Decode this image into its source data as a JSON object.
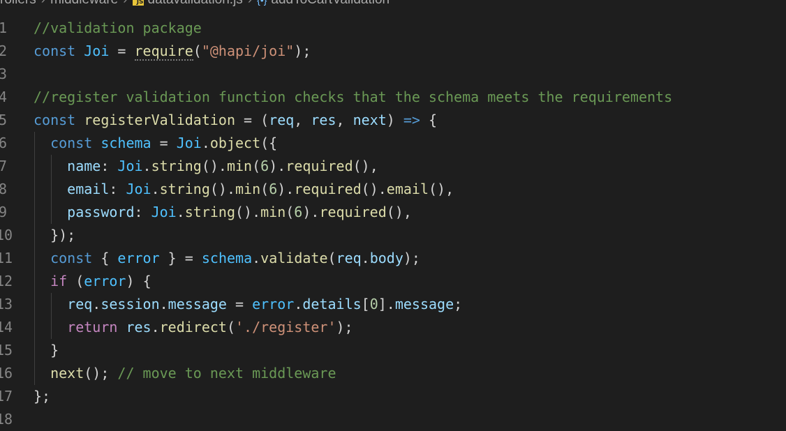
{
  "breadcrumb": {
    "items": [
      "rollers",
      "middleware",
      "datavalidation.js",
      "addToCartValidation"
    ],
    "separator": "›",
    "js_badge": "JS"
  },
  "editor": {
    "lines": [
      {
        "n": "1",
        "indent": 0,
        "tokens": [
          {
            "t": "//validation package",
            "c": "comment"
          }
        ]
      },
      {
        "n": "2",
        "indent": 0,
        "tokens": [
          {
            "t": "const ",
            "c": "kw"
          },
          {
            "t": "Joi",
            "c": "const"
          },
          {
            "t": " = ",
            "c": "punc"
          },
          {
            "t": "require",
            "c": "fn",
            "sq": true
          },
          {
            "t": "(",
            "c": "punc"
          },
          {
            "t": "\"@hapi/joi\"",
            "c": "str"
          },
          {
            "t": ");",
            "c": "punc"
          }
        ]
      },
      {
        "n": "3",
        "indent": 0,
        "tokens": []
      },
      {
        "n": "4",
        "indent": 0,
        "tokens": [
          {
            "t": "//register validation function checks that the schema meets the requirements",
            "c": "comment"
          }
        ]
      },
      {
        "n": "5",
        "indent": 0,
        "tokens": [
          {
            "t": "const ",
            "c": "kw"
          },
          {
            "t": "registerValidation",
            "c": "fn"
          },
          {
            "t": " = (",
            "c": "punc"
          },
          {
            "t": "req",
            "c": "var"
          },
          {
            "t": ", ",
            "c": "punc"
          },
          {
            "t": "res",
            "c": "var"
          },
          {
            "t": ", ",
            "c": "punc"
          },
          {
            "t": "next",
            "c": "var"
          },
          {
            "t": ") ",
            "c": "punc"
          },
          {
            "t": "=>",
            "c": "kw"
          },
          {
            "t": " {",
            "c": "punc"
          }
        ]
      },
      {
        "n": "6",
        "indent": 1,
        "tokens": [
          {
            "t": "const ",
            "c": "kw"
          },
          {
            "t": "schema",
            "c": "const"
          },
          {
            "t": " = ",
            "c": "punc"
          },
          {
            "t": "Joi",
            "c": "const"
          },
          {
            "t": ".",
            "c": "punc"
          },
          {
            "t": "object",
            "c": "fn"
          },
          {
            "t": "({",
            "c": "punc"
          }
        ]
      },
      {
        "n": "7",
        "indent": 2,
        "tokens": [
          {
            "t": "name",
            "c": "var"
          },
          {
            "t": ": ",
            "c": "punc"
          },
          {
            "t": "Joi",
            "c": "const"
          },
          {
            "t": ".",
            "c": "punc"
          },
          {
            "t": "string",
            "c": "fn"
          },
          {
            "t": "().",
            "c": "punc"
          },
          {
            "t": "min",
            "c": "fn"
          },
          {
            "t": "(",
            "c": "punc"
          },
          {
            "t": "6",
            "c": "num"
          },
          {
            "t": ").",
            "c": "punc"
          },
          {
            "t": "required",
            "c": "fn"
          },
          {
            "t": "(),",
            "c": "punc"
          }
        ]
      },
      {
        "n": "8",
        "indent": 2,
        "tokens": [
          {
            "t": "email",
            "c": "var"
          },
          {
            "t": ": ",
            "c": "punc"
          },
          {
            "t": "Joi",
            "c": "const"
          },
          {
            "t": ".",
            "c": "punc"
          },
          {
            "t": "string",
            "c": "fn"
          },
          {
            "t": "().",
            "c": "punc"
          },
          {
            "t": "min",
            "c": "fn"
          },
          {
            "t": "(",
            "c": "punc"
          },
          {
            "t": "6",
            "c": "num"
          },
          {
            "t": ").",
            "c": "punc"
          },
          {
            "t": "required",
            "c": "fn"
          },
          {
            "t": "().",
            "c": "punc"
          },
          {
            "t": "email",
            "c": "fn"
          },
          {
            "t": "(),",
            "c": "punc"
          }
        ]
      },
      {
        "n": "9",
        "indent": 2,
        "tokens": [
          {
            "t": "password",
            "c": "var"
          },
          {
            "t": ": ",
            "c": "punc"
          },
          {
            "t": "Joi",
            "c": "const"
          },
          {
            "t": ".",
            "c": "punc"
          },
          {
            "t": "string",
            "c": "fn"
          },
          {
            "t": "().",
            "c": "punc"
          },
          {
            "t": "min",
            "c": "fn"
          },
          {
            "t": "(",
            "c": "punc"
          },
          {
            "t": "6",
            "c": "num"
          },
          {
            "t": ").",
            "c": "punc"
          },
          {
            "t": "required",
            "c": "fn"
          },
          {
            "t": "(),",
            "c": "punc"
          }
        ]
      },
      {
        "n": "10",
        "indent": 1,
        "tokens": [
          {
            "t": "});",
            "c": "punc"
          }
        ]
      },
      {
        "n": "11",
        "indent": 1,
        "tokens": [
          {
            "t": "const ",
            "c": "kw"
          },
          {
            "t": "{ ",
            "c": "punc"
          },
          {
            "t": "error",
            "c": "const"
          },
          {
            "t": " } = ",
            "c": "punc"
          },
          {
            "t": "schema",
            "c": "const"
          },
          {
            "t": ".",
            "c": "punc"
          },
          {
            "t": "validate",
            "c": "fn"
          },
          {
            "t": "(",
            "c": "punc"
          },
          {
            "t": "req",
            "c": "var"
          },
          {
            "t": ".",
            "c": "punc"
          },
          {
            "t": "body",
            "c": "var"
          },
          {
            "t": ");",
            "c": "punc"
          }
        ]
      },
      {
        "n": "12",
        "indent": 1,
        "tokens": [
          {
            "t": "if",
            "c": "ctrl"
          },
          {
            "t": " (",
            "c": "punc"
          },
          {
            "t": "error",
            "c": "const"
          },
          {
            "t": ") {",
            "c": "punc"
          }
        ]
      },
      {
        "n": "13",
        "indent": 2,
        "tokens": [
          {
            "t": "req",
            "c": "var"
          },
          {
            "t": ".",
            "c": "punc"
          },
          {
            "t": "session",
            "c": "var"
          },
          {
            "t": ".",
            "c": "punc"
          },
          {
            "t": "message",
            "c": "var"
          },
          {
            "t": " = ",
            "c": "punc"
          },
          {
            "t": "error",
            "c": "const"
          },
          {
            "t": ".",
            "c": "punc"
          },
          {
            "t": "details",
            "c": "var"
          },
          {
            "t": "[",
            "c": "punc"
          },
          {
            "t": "0",
            "c": "num"
          },
          {
            "t": "].",
            "c": "punc"
          },
          {
            "t": "message",
            "c": "var"
          },
          {
            "t": ";",
            "c": "punc"
          }
        ]
      },
      {
        "n": "14",
        "indent": 2,
        "tokens": [
          {
            "t": "return",
            "c": "ctrl"
          },
          {
            "t": " ",
            "c": "punc"
          },
          {
            "t": "res",
            "c": "var"
          },
          {
            "t": ".",
            "c": "punc"
          },
          {
            "t": "redirect",
            "c": "fn"
          },
          {
            "t": "(",
            "c": "punc"
          },
          {
            "t": "'./register'",
            "c": "str"
          },
          {
            "t": ");",
            "c": "punc"
          }
        ]
      },
      {
        "n": "15",
        "indent": 1,
        "tokens": [
          {
            "t": "}",
            "c": "punc"
          }
        ]
      },
      {
        "n": "16",
        "indent": 1,
        "tokens": [
          {
            "t": "next",
            "c": "fn"
          },
          {
            "t": "(); ",
            "c": "punc"
          },
          {
            "t": "// move to next middleware",
            "c": "comment"
          }
        ]
      },
      {
        "n": "17",
        "indent": 0,
        "tokens": [
          {
            "t": "};",
            "c": "punc"
          }
        ]
      },
      {
        "n": "18",
        "indent": 0,
        "tokens": []
      }
    ]
  },
  "colors": {
    "background": "#1e1e1e",
    "comment": "#6a9955",
    "keyword": "#569cd6",
    "control": "#c586c0",
    "variable": "#9cdcfe",
    "constant": "#4fc1ff",
    "function": "#dcdcaa",
    "string": "#ce9178",
    "number": "#b5cea8",
    "line_number": "#858585"
  }
}
